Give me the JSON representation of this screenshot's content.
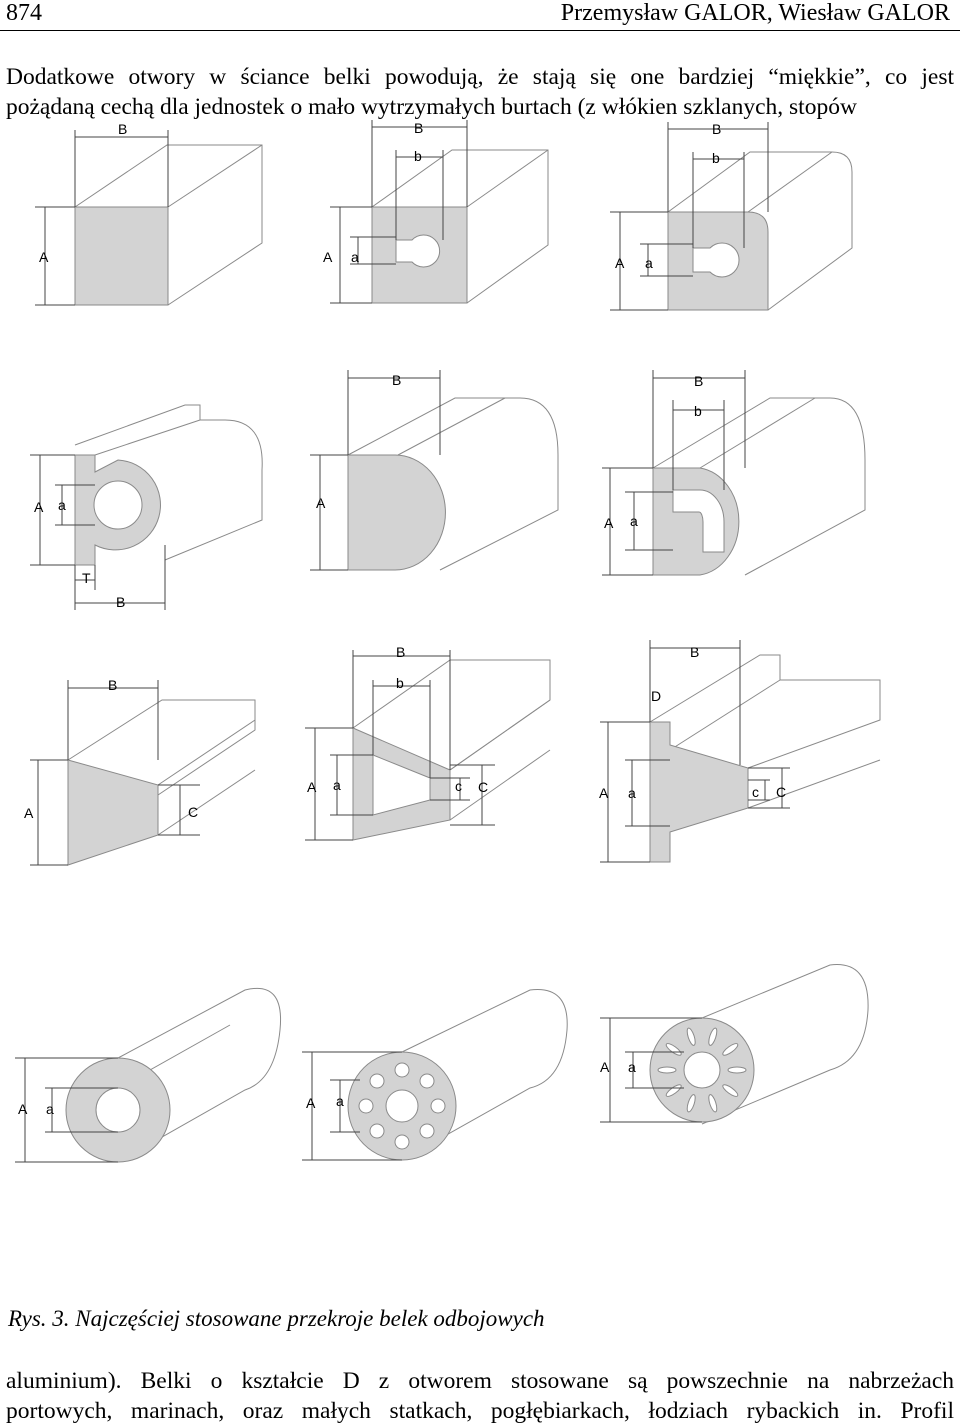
{
  "header": {
    "page_number": "874",
    "authors": "Przemysław GALOR, Wiesław GALOR"
  },
  "intro": {
    "line1": "Dodatkowe otwory w ściance belki powodują, że stają się one bardziej “miękkie”, co jest",
    "line2": "pożądaną cechą dla jednostek o mało wytrzymałych burtach (z włókien szklanych, stopów"
  },
  "labels": {
    "A": "A",
    "a": "a",
    "B": "B",
    "b": "b",
    "C": "C",
    "c": "c",
    "T": "T",
    "D": "D"
  },
  "caption": "Rys. 3. Najczęściej stosowane przekroje belek odbojowych",
  "continuation": {
    "line1": "aluminium). Belki o kształcie D z otworem stosowane są powszechnie na nabrzeżach",
    "line2": "portowych, marinach, oraz małych statkach, pogłębiarkach, łodziach rybackich in. Profil"
  }
}
